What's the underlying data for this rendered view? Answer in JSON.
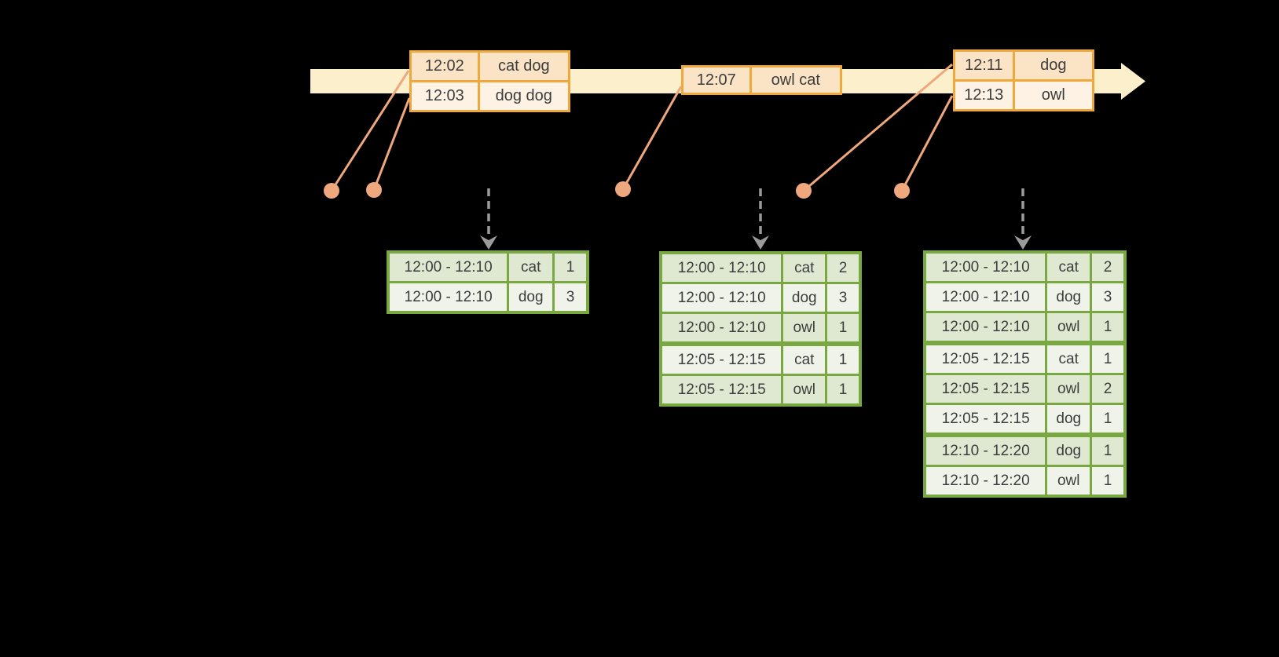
{
  "colors": {
    "background": "#000000",
    "timeline_band": "#FCF0CC",
    "event_table_border": "#F0A83C",
    "event_row_dark": "#FBE4C6",
    "event_row_light": "#FDF2E4",
    "event_accent_dot": "#EFA77D",
    "result_table_border": "#79A843",
    "result_row_dark": "#DFE9D2",
    "result_row_light": "#EFF3EA",
    "trigger_arrow_gray": "#9B9B9B",
    "text": "#3D3D3D"
  },
  "event_tables": [
    {
      "id": "input-batch-1",
      "rows": [
        [
          "12:02",
          "cat dog"
        ],
        [
          "12:03",
          "dog dog"
        ]
      ]
    },
    {
      "id": "input-batch-2",
      "rows": [
        [
          "12:07",
          "owl cat"
        ]
      ]
    },
    {
      "id": "input-batch-3",
      "rows": [
        [
          "12:11",
          "dog"
        ],
        [
          "12:13",
          "owl"
        ]
      ]
    }
  ],
  "result_tables": [
    {
      "id": "result-after-trigger-1",
      "group_starts": [],
      "rows": [
        [
          "12:00 - 12:10",
          "cat",
          "1"
        ],
        [
          "12:00 - 12:10",
          "dog",
          "3"
        ]
      ]
    },
    {
      "id": "result-after-trigger-2",
      "group_starts": [
        3
      ],
      "rows": [
        [
          "12:00 - 12:10",
          "cat",
          "2"
        ],
        [
          "12:00 - 12:10",
          "dog",
          "3"
        ],
        [
          "12:00 - 12:10",
          "owl",
          "1"
        ],
        [
          "12:05 - 12:15",
          "cat",
          "1"
        ],
        [
          "12:05 - 12:15",
          "owl",
          "1"
        ]
      ]
    },
    {
      "id": "result-after-trigger-3",
      "group_starts": [
        3,
        6
      ],
      "rows": [
        [
          "12:00 - 12:10",
          "cat",
          "2"
        ],
        [
          "12:00 - 12:10",
          "dog",
          "3"
        ],
        [
          "12:00 - 12:10",
          "owl",
          "1"
        ],
        [
          "12:05 - 12:15",
          "cat",
          "1"
        ],
        [
          "12:05 - 12:15",
          "owl",
          "2"
        ],
        [
          "12:05 - 12:15",
          "dog",
          "1"
        ],
        [
          "12:10 - 12:20",
          "dog",
          "1"
        ],
        [
          "12:10 - 12:20",
          "owl",
          "1"
        ]
      ]
    }
  ]
}
